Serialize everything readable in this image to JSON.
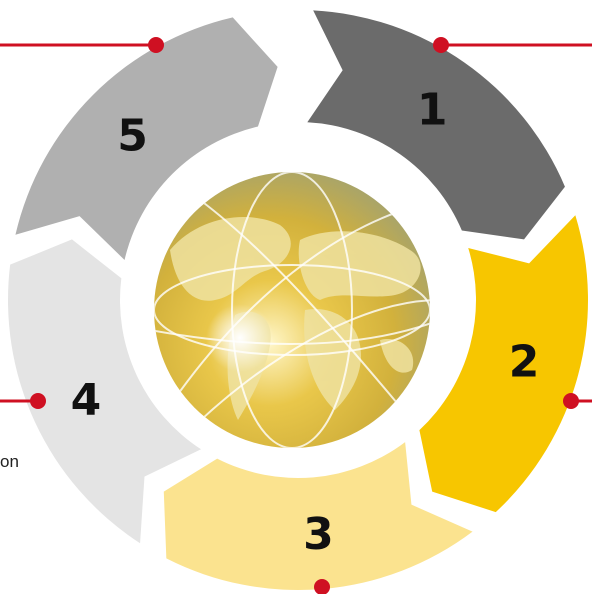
{
  "diagram": {
    "type": "cycle",
    "segments": [
      {
        "id": "segment-1",
        "label": "1",
        "color": "#6b6b6b"
      },
      {
        "id": "segment-2",
        "label": "2",
        "color": "#f7c600"
      },
      {
        "id": "segment-3",
        "label": "3",
        "color": "#fbe38f"
      },
      {
        "id": "segment-4",
        "label": "4",
        "color": "#e4e4e4"
      },
      {
        "id": "segment-5",
        "label": "5",
        "color": "#b0b0b0"
      }
    ],
    "connector_color": "#cf1022",
    "center_image": "globe-image",
    "partial_text": "on"
  }
}
